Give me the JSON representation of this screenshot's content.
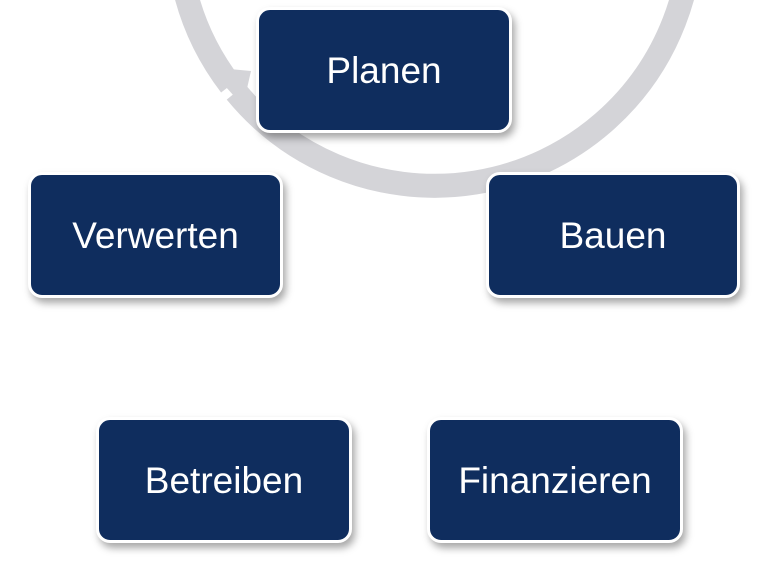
{
  "diagram": {
    "type": "cycle",
    "colors": {
      "box_fill": "#0f2d5e",
      "box_border": "#ffffff",
      "label_text": "#ffffff",
      "ring": "#d4d4d8"
    },
    "steps": [
      {
        "label": "Planen"
      },
      {
        "label": "Bauen"
      },
      {
        "label": "Finanzieren"
      },
      {
        "label": "Betreiben"
      },
      {
        "label": "Verwerten"
      }
    ],
    "arrow": {
      "direction": "clockwise",
      "icon": "arrowhead-icon",
      "points_to": "Planen"
    }
  }
}
